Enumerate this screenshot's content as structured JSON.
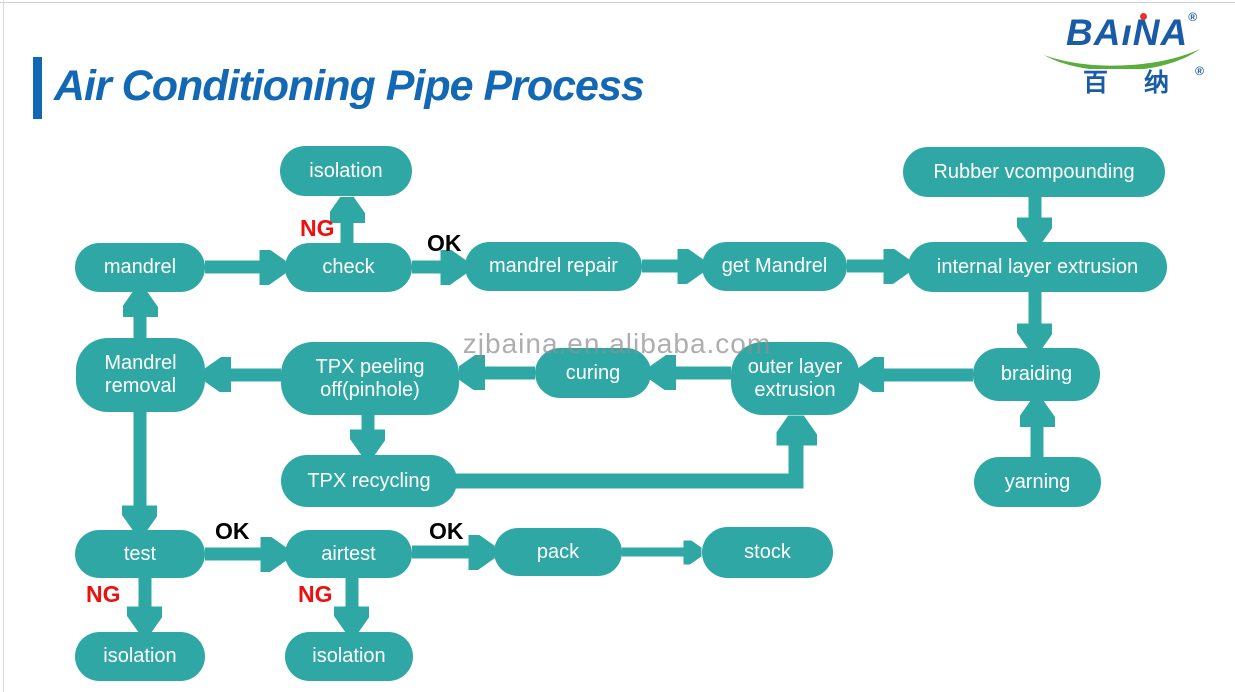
{
  "header": {
    "title": "Air Conditioning Pipe Process",
    "accent_color": "#1268B4"
  },
  "logo": {
    "brand": "BAINA",
    "brand_parts": {
      "left": "BA",
      "i": "ı",
      "right": "NA"
    },
    "registered_mark": "®",
    "chinese_chars": [
      "百",
      "纳"
    ],
    "brand_color": "#1A5BA8",
    "swoosh_color": "#5BAD3C",
    "i_dot_color": "#E53528"
  },
  "watermark": {
    "text": "zjbaina.en.alibaba.com"
  },
  "flowchart": {
    "node_color": "#2FA8A5",
    "node_text_color": "#FFFFFF",
    "ok_color": "#000000",
    "ng_color": "#EE100E",
    "nodes": [
      {
        "id": "isolation-top",
        "label": "isolation"
      },
      {
        "id": "rubber-compounding",
        "label": "Rubber vcompounding"
      },
      {
        "id": "mandrel",
        "label": "mandrel"
      },
      {
        "id": "check",
        "label": "check"
      },
      {
        "id": "mandrel-repair",
        "label": "mandrel repair"
      },
      {
        "id": "get-mandrel",
        "label": "get Mandrel"
      },
      {
        "id": "internal-layer-extrusion",
        "label": "internal layer extrusion"
      },
      {
        "id": "mandrel-removal",
        "label": "Mandrel removal"
      },
      {
        "id": "tpx-peeling",
        "label": "TPX peeling off(pinhole)"
      },
      {
        "id": "curing",
        "label": "curing"
      },
      {
        "id": "outer-layer-extrusion",
        "label": "outer layer extrusion"
      },
      {
        "id": "braiding",
        "label": "braiding"
      },
      {
        "id": "tpx-recycling",
        "label": "TPX recycling"
      },
      {
        "id": "yarning",
        "label": "yarning"
      },
      {
        "id": "test",
        "label": "test"
      },
      {
        "id": "airtest",
        "label": "airtest"
      },
      {
        "id": "pack",
        "label": "pack"
      },
      {
        "id": "stock",
        "label": "stock"
      },
      {
        "id": "isolation-bottom-left",
        "label": "isolation"
      },
      {
        "id": "isolation-bottom-mid",
        "label": "isolation"
      }
    ],
    "float_labels": [
      {
        "text": "NG",
        "type": "ng"
      },
      {
        "text": "OK",
        "type": "ok"
      },
      {
        "text": "OK",
        "type": "ok"
      },
      {
        "text": "OK",
        "type": "ok"
      },
      {
        "text": "NG",
        "type": "ng"
      },
      {
        "text": "NG",
        "type": "ng"
      }
    ],
    "edges": [
      {
        "from": "mandrel",
        "to": "check"
      },
      {
        "from": "check",
        "to": "isolation-top",
        "label": "NG"
      },
      {
        "from": "check",
        "to": "mandrel-repair",
        "label": "OK"
      },
      {
        "from": "mandrel-repair",
        "to": "get-mandrel"
      },
      {
        "from": "get-mandrel",
        "to": "internal-layer-extrusion"
      },
      {
        "from": "rubber-compounding",
        "to": "internal-layer-extrusion"
      },
      {
        "from": "internal-layer-extrusion",
        "to": "braiding"
      },
      {
        "from": "yarning",
        "to": "braiding"
      },
      {
        "from": "braiding",
        "to": "outer-layer-extrusion"
      },
      {
        "from": "outer-layer-extrusion",
        "to": "curing"
      },
      {
        "from": "curing",
        "to": "tpx-peeling"
      },
      {
        "from": "tpx-peeling",
        "to": "mandrel-removal"
      },
      {
        "from": "tpx-peeling",
        "to": "tpx-recycling"
      },
      {
        "from": "tpx-recycling",
        "to": "outer-layer-extrusion"
      },
      {
        "from": "mandrel-removal",
        "to": "mandrel"
      },
      {
        "from": "mandrel-removal",
        "to": "test"
      },
      {
        "from": "test",
        "to": "airtest",
        "label": "OK"
      },
      {
        "from": "test",
        "to": "isolation-bottom-left",
        "label": "NG"
      },
      {
        "from": "airtest",
        "to": "pack",
        "label": "OK"
      },
      {
        "from": "airtest",
        "to": "isolation-bottom-mid",
        "label": "NG"
      },
      {
        "from": "pack",
        "to": "stock"
      }
    ]
  }
}
